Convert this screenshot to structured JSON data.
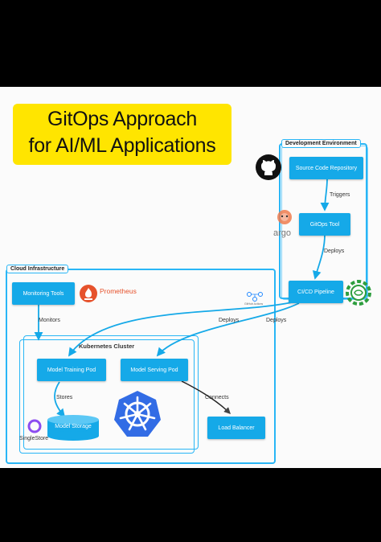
{
  "title": {
    "line1": "GitOps Approach",
    "line2": "for AI/ML Applications"
  },
  "groups": {
    "dev": "Development Environment",
    "cloud": "Cloud Infrastructure",
    "k8s": "Kubernetes Cluster"
  },
  "nodes": {
    "source_repo": "Source Code Repository",
    "gitops_tool": "GitOps Tool",
    "cicd": "CI/CD Pipeline",
    "monitoring": "Monitoring Tools",
    "training_pod": "Model Training Pod",
    "serving_pod": "Model Serving Pod",
    "model_storage": "Model Storage",
    "load_balancer": "Load Balancer"
  },
  "edges": {
    "triggers": "Triggers",
    "deploys_gitops": "Deploys",
    "deploys_training": "Deploys",
    "deploys_serving": "Deploys",
    "monitors": "Monitors",
    "stores": "Stores",
    "connects": "Connects"
  },
  "logos": {
    "prometheus": "Prometheus",
    "argo": "argo",
    "singlestore": "SingleStore",
    "github_actions": "GitHub Actions"
  },
  "colors": {
    "accent": "#15a9e8",
    "frame": "#29b6f6",
    "title_bg": "#ffe500",
    "prometheus": "#e6522c",
    "kubernetes": "#326ce5",
    "argo": "#ef7b4d",
    "singlestore": "#8c4cf0",
    "cicd_logo": "#2e9e3e"
  },
  "icons": [
    "github-icon",
    "argo-icon",
    "prometheus-icon",
    "cicd-gear-icon",
    "kubernetes-icon",
    "singlestore-icon",
    "github-actions-icon"
  ]
}
